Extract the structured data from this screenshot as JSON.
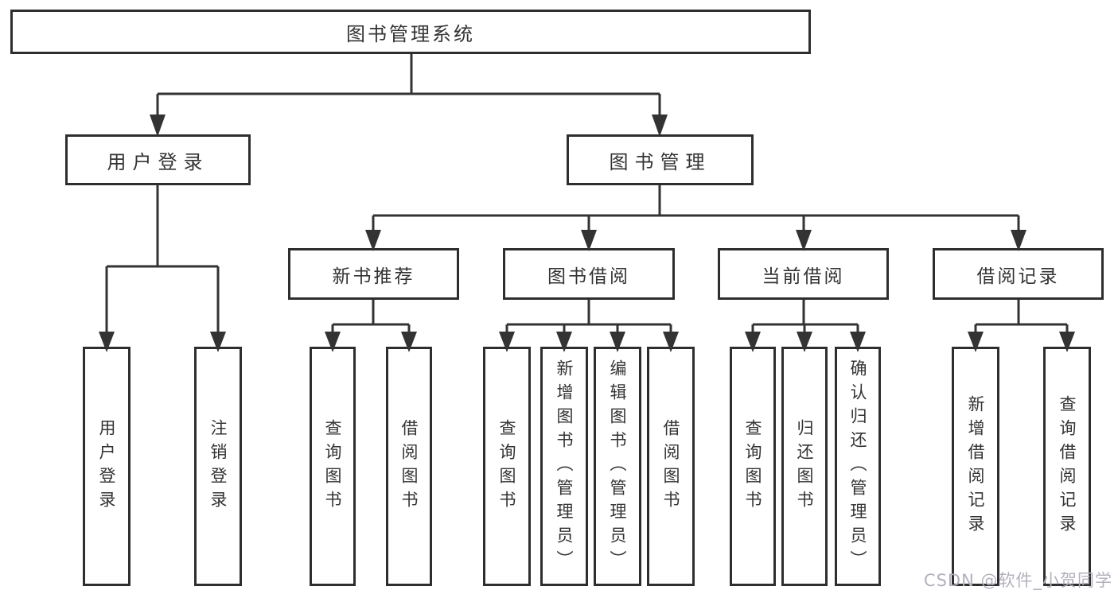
{
  "diagram_title": "图书管理系统",
  "tree": {
    "label": "图书管理系统",
    "children": [
      {
        "label": "用户登录",
        "children": [
          {
            "label": "用户登录"
          },
          {
            "label": "注销登录"
          }
        ]
      },
      {
        "label": "图书管理",
        "children": [
          {
            "label": "新书推荐",
            "children": [
              {
                "label": "查询图书"
              },
              {
                "label": "借阅图书"
              }
            ]
          },
          {
            "label": "图书借阅",
            "children": [
              {
                "label": "查询图书"
              },
              {
                "label": "新增图书（管理员）"
              },
              {
                "label": "编辑图书（管理员）"
              },
              {
                "label": "借阅图书"
              }
            ]
          },
          {
            "label": "当前借阅",
            "children": [
              {
                "label": "查询图书"
              },
              {
                "label": "归还图书"
              },
              {
                "label": "确认归还（管理员）"
              }
            ]
          },
          {
            "label": "借阅记录",
            "children": [
              {
                "label": "新增借阅记录"
              },
              {
                "label": "查询借阅记录"
              }
            ]
          }
        ]
      }
    ]
  },
  "watermark": {
    "text": "CSDN @软件_小贺同学"
  },
  "colors": {
    "background": "#ffffff",
    "box_border": "#2e2e2e",
    "line": "#333333",
    "text": "#333333",
    "watermark": "#b4b0bc"
  }
}
